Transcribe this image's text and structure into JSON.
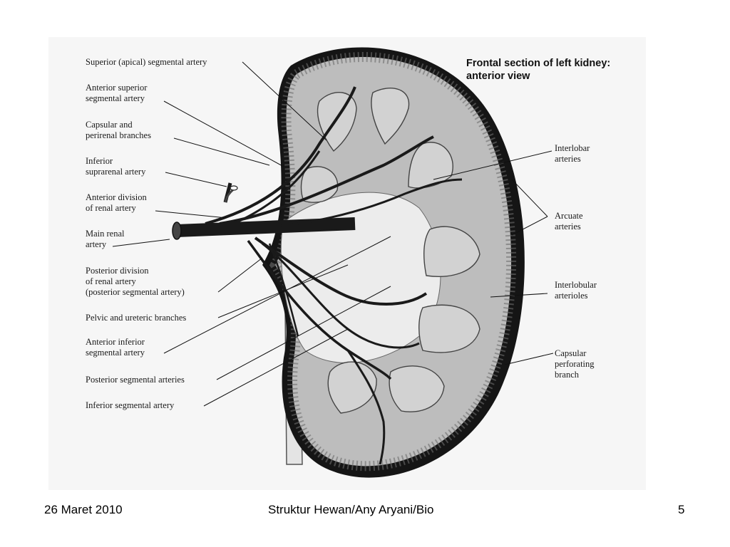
{
  "figure": {
    "title_lines": [
      "Frontal section of left kidney:",
      "anterior view"
    ],
    "left_labels": [
      {
        "id": "superior-apical",
        "lines": [
          "Superior (apical) segmental artery"
        ]
      },
      {
        "id": "anterior-superior",
        "lines": [
          "Anterior superior",
          "segmental artery"
        ]
      },
      {
        "id": "capsular-perirenal",
        "lines": [
          "Capsular and",
          "perirenal branches"
        ]
      },
      {
        "id": "inferior-suprarenal",
        "lines": [
          "Inferior",
          "suprarenal artery"
        ]
      },
      {
        "id": "anterior-division",
        "lines": [
          "Anterior division",
          "of renal artery"
        ]
      },
      {
        "id": "main-renal",
        "lines": [
          "Main renal",
          "artery"
        ]
      },
      {
        "id": "posterior-division",
        "lines": [
          "Posterior division",
          "of renal artery",
          "(posterior segmental artery)"
        ]
      },
      {
        "id": "pelvic-ureteric",
        "lines": [
          "Pelvic and ureteric branches"
        ]
      },
      {
        "id": "anterior-inferior",
        "lines": [
          "Anterior inferior",
          "segmental artery"
        ]
      },
      {
        "id": "posterior-segmental",
        "lines": [
          "Posterior segmental arteries"
        ]
      },
      {
        "id": "inferior-segmental",
        "lines": [
          "Inferior segmental artery"
        ]
      }
    ],
    "right_labels": [
      {
        "id": "interlobar",
        "lines": [
          "Interlobar",
          "arteries"
        ]
      },
      {
        "id": "arcuate",
        "lines": [
          "Arcuate",
          "arteries"
        ]
      },
      {
        "id": "interlobular",
        "lines": [
          "Interlobular",
          "arterioles"
        ]
      },
      {
        "id": "capsular-perforating",
        "lines": [
          "Capsular",
          "perforating",
          "branch"
        ]
      }
    ]
  },
  "footer": {
    "date": "26 Maret 2010",
    "center": "Struktur Hewan/Any Aryani/Bio",
    "page": "5"
  }
}
